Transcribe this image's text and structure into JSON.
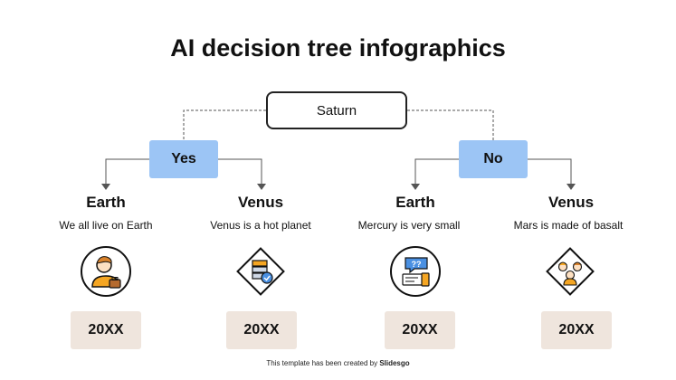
{
  "title": "AI decision tree infographics",
  "root": {
    "label": "Saturn"
  },
  "branches": [
    {
      "label": "Yes"
    },
    {
      "label": "No"
    }
  ],
  "leaves": [
    {
      "title": "Earth",
      "text": "We all live on Earth",
      "icon": "businessman-icon",
      "badge": "20XX"
    },
    {
      "title": "Venus",
      "text": "Venus is a hot planet",
      "icon": "server-check-icon",
      "badge": "20XX"
    },
    {
      "title": "Earth",
      "text": "Mercury is very small",
      "icon": "chat-question-icon",
      "badge": "20XX"
    },
    {
      "title": "Venus",
      "text": "Mars is made of basalt",
      "icon": "team-icon",
      "badge": "20XX"
    }
  ],
  "footer": {
    "prefix": "This template has been created by",
    "brand": "Slidesgo"
  },
  "colors": {
    "branch": "#9cc5f5",
    "badge": "#efe5dd",
    "accent": "#f5a623",
    "line": "#555555"
  }
}
